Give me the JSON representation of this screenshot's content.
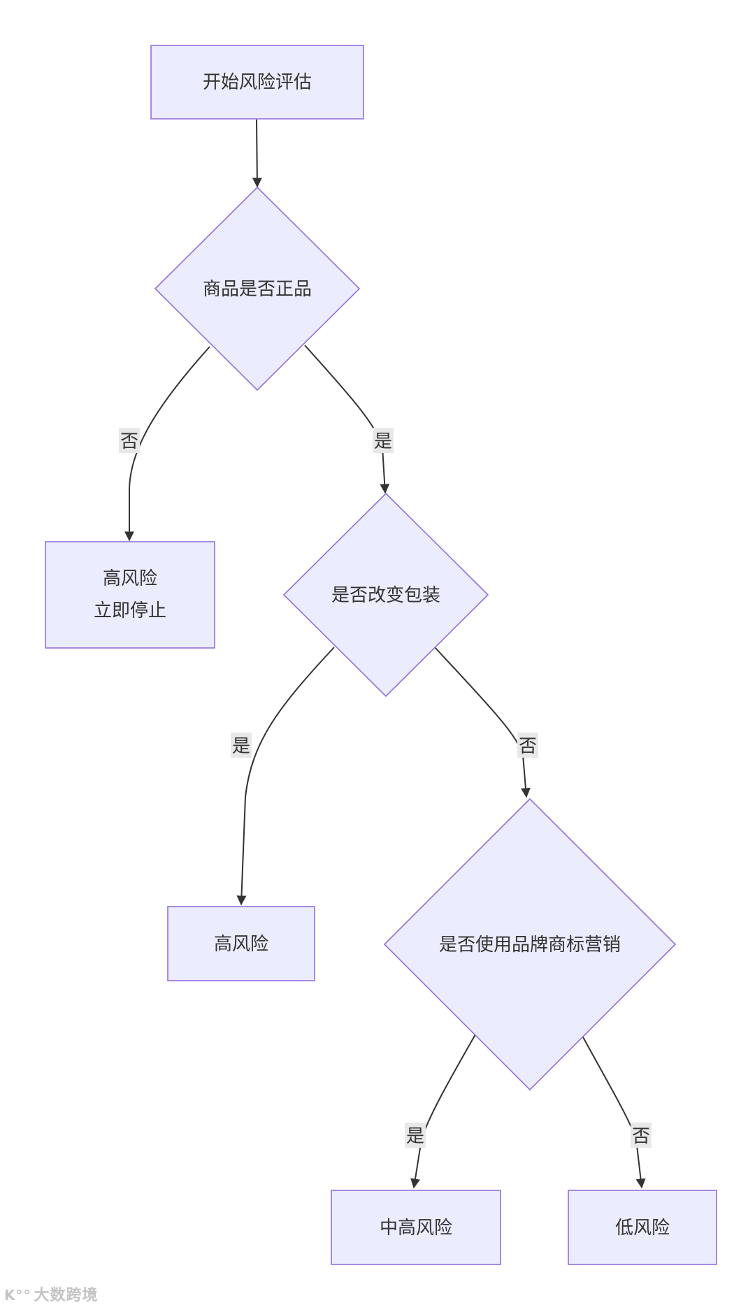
{
  "nodes": {
    "start": "开始风险评估",
    "genuine_question": "商品是否正品",
    "high_risk_stop_line1": "高风险",
    "high_risk_stop_line2": "立即停止",
    "packaging_question": "是否改变包装",
    "high_risk": "高风险",
    "brand_question": "是否使用品牌商标营销",
    "medium_high_risk": "中高风险",
    "low_risk": "低风险"
  },
  "edges": {
    "genuine_no": "否",
    "genuine_yes": "是",
    "packaging_yes": "是",
    "packaging_no": "否",
    "brand_yes": "是",
    "brand_no": "否"
  },
  "colors": {
    "node_fill": "#ececff",
    "node_stroke": "#9370db",
    "edge": "#333333",
    "label_bg": "#e8e8e8"
  },
  "watermark": {
    "icon": "kangaroo-logo-icon",
    "text": "大数跨境"
  }
}
